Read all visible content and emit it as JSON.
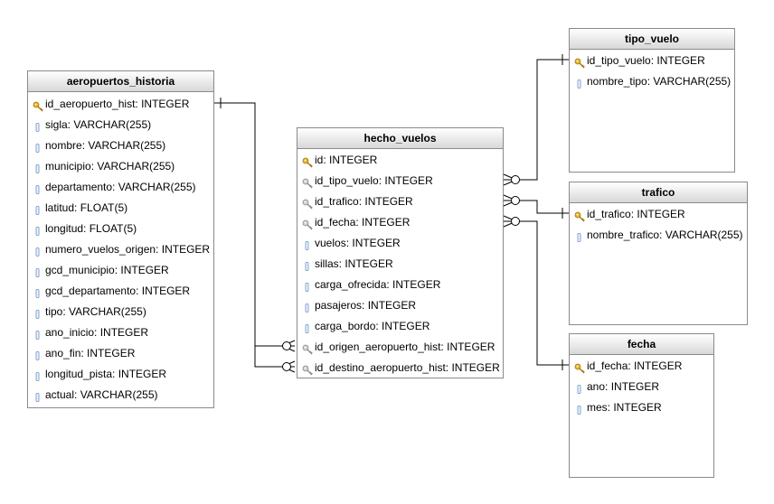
{
  "tables": {
    "aeropuertos_historia": {
      "title": "aeropuertos_historia",
      "columns": [
        {
          "text": "id_aeropuerto_hist: INTEGER",
          "icon": "primary-key-icon"
        },
        {
          "text": "sigla: VARCHAR(255)",
          "icon": "column-icon"
        },
        {
          "text": "nombre: VARCHAR(255)",
          "icon": "column-icon"
        },
        {
          "text": "municipio: VARCHAR(255)",
          "icon": "column-icon"
        },
        {
          "text": "departamento: VARCHAR(255)",
          "icon": "column-icon"
        },
        {
          "text": "latitud: FLOAT(5)",
          "icon": "column-icon"
        },
        {
          "text": "longitud: FLOAT(5)",
          "icon": "column-icon"
        },
        {
          "text": "numero_vuelos_origen: INTEGER",
          "icon": "column-icon"
        },
        {
          "text": "gcd_municipio: INTEGER",
          "icon": "column-icon"
        },
        {
          "text": "gcd_departamento: INTEGER",
          "icon": "column-icon"
        },
        {
          "text": "tipo: VARCHAR(255)",
          "icon": "column-icon"
        },
        {
          "text": "ano_inicio: INTEGER",
          "icon": "column-icon"
        },
        {
          "text": "ano_fin: INTEGER",
          "icon": "column-icon"
        },
        {
          "text": "longitud_pista: INTEGER",
          "icon": "column-icon"
        },
        {
          "text": "actual: VARCHAR(255)",
          "icon": "column-icon"
        }
      ]
    },
    "hecho_vuelos": {
      "title": "hecho_vuelos",
      "columns": [
        {
          "text": "id: INTEGER",
          "icon": "primary-key-icon"
        },
        {
          "text": "id_tipo_vuelo: INTEGER",
          "icon": "foreign-key-icon"
        },
        {
          "text": "id_trafico: INTEGER",
          "icon": "foreign-key-icon"
        },
        {
          "text": "id_fecha: INTEGER",
          "icon": "foreign-key-icon"
        },
        {
          "text": "vuelos: INTEGER",
          "icon": "column-icon"
        },
        {
          "text": "sillas: INTEGER",
          "icon": "column-icon"
        },
        {
          "text": "carga_ofrecida: INTEGER",
          "icon": "column-icon"
        },
        {
          "text": "pasajeros: INTEGER",
          "icon": "column-icon"
        },
        {
          "text": "carga_bordo: INTEGER",
          "icon": "column-icon"
        },
        {
          "text": "id_origen_aeropuerto_hist: INTEGER",
          "icon": "foreign-key-icon"
        },
        {
          "text": "id_destino_aeropuerto_hist: INTEGER",
          "icon": "foreign-key-icon"
        }
      ]
    },
    "tipo_vuelo": {
      "title": "tipo_vuelo",
      "columns": [
        {
          "text": "id_tipo_vuelo: INTEGER",
          "icon": "primary-key-icon"
        },
        {
          "text": "nombre_tipo: VARCHAR(255)",
          "icon": "column-icon"
        }
      ]
    },
    "trafico": {
      "title": "trafico",
      "columns": [
        {
          "text": "id_trafico: INTEGER",
          "icon": "primary-key-icon"
        },
        {
          "text": "nombre_trafico: VARCHAR(255)",
          "icon": "column-icon"
        }
      ]
    },
    "fecha": {
      "title": "fecha",
      "columns": [
        {
          "text": "id_fecha: INTEGER",
          "icon": "primary-key-icon"
        },
        {
          "text": "ano: INTEGER",
          "icon": "column-icon"
        },
        {
          "text": "mes: INTEGER",
          "icon": "column-icon"
        }
      ]
    }
  },
  "relationships": [
    {
      "from": "hecho_vuelos.id_tipo_vuelo",
      "to": "tipo_vuelo.id_tipo_vuelo",
      "cardinality": "many-to-one"
    },
    {
      "from": "hecho_vuelos.id_trafico",
      "to": "trafico.id_trafico",
      "cardinality": "many-to-one"
    },
    {
      "from": "hecho_vuelos.id_fecha",
      "to": "fecha.id_fecha",
      "cardinality": "many-to-one"
    },
    {
      "from": "hecho_vuelos.id_origen_aeropuerto_hist",
      "to": "aeropuertos_historia.id_aeropuerto_hist",
      "cardinality": "many-to-one"
    },
    {
      "from": "hecho_vuelos.id_destino_aeropuerto_hist",
      "to": "aeropuertos_historia.id_aeropuerto_hist",
      "cardinality": "many-to-one"
    }
  ],
  "colors": {
    "border": "#8a8a8a",
    "header_top": "#ffffff",
    "header_bottom": "#d8d8d8",
    "line": "#000000",
    "key_gold": "#e8b520",
    "key_gray": "#b0b0b0",
    "column_icon": "#6a8ec8"
  }
}
